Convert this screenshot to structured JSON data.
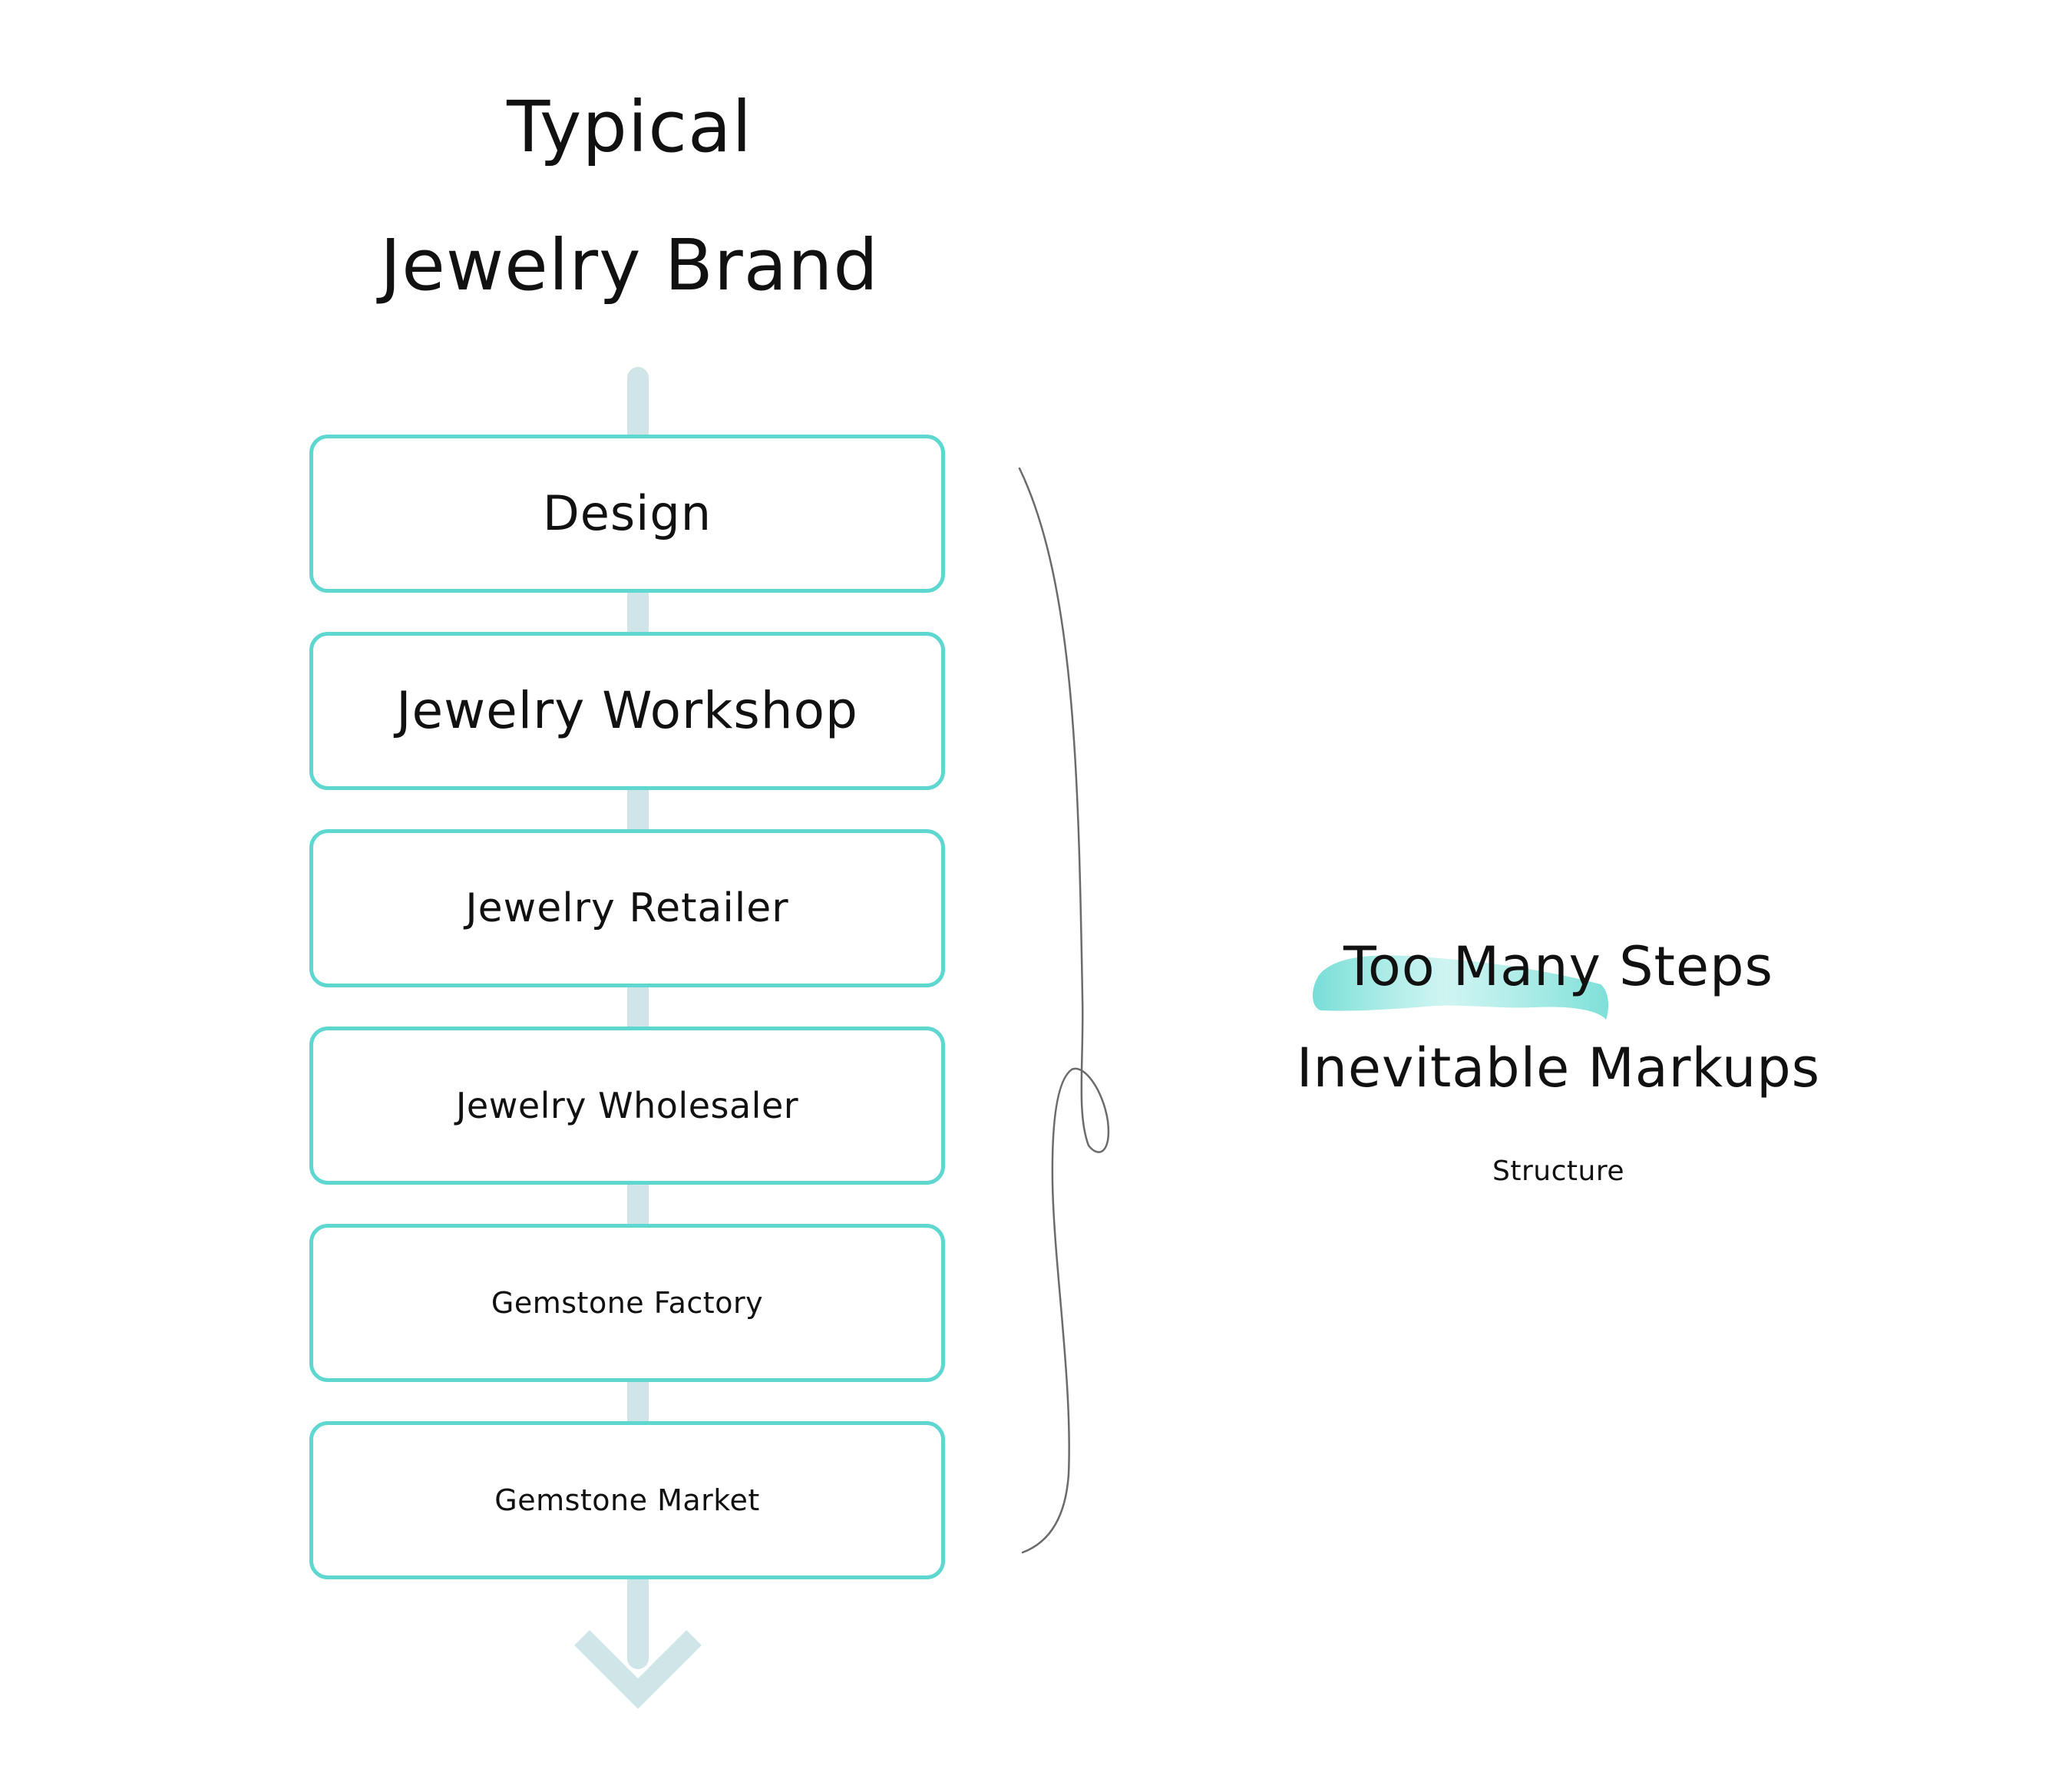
{
  "title": {
    "line1": "Typical",
    "line2": "Jewelry Brand"
  },
  "steps": [
    {
      "label": "Design"
    },
    {
      "label": "Jewelry Workshop"
    },
    {
      "label": "Jewelry Retailer"
    },
    {
      "label": "Jewelry Wholesaler"
    },
    {
      "label": "Gemstone Factory"
    },
    {
      "label": "Gemstone Market"
    }
  ],
  "annotation": {
    "line1": "Too Many Steps",
    "line2": "Inevitable Markups",
    "caption": "Structure"
  },
  "colors": {
    "box_border": "#5dd7cf",
    "arrow": "#cfe5e8",
    "highlight": "#6fdcd4",
    "brace": "#6b6b6b"
  },
  "icons": {
    "flow_arrow": "down-arrow-icon",
    "brace": "curly-brace-icon",
    "highlight": "brush-highlight-icon"
  }
}
